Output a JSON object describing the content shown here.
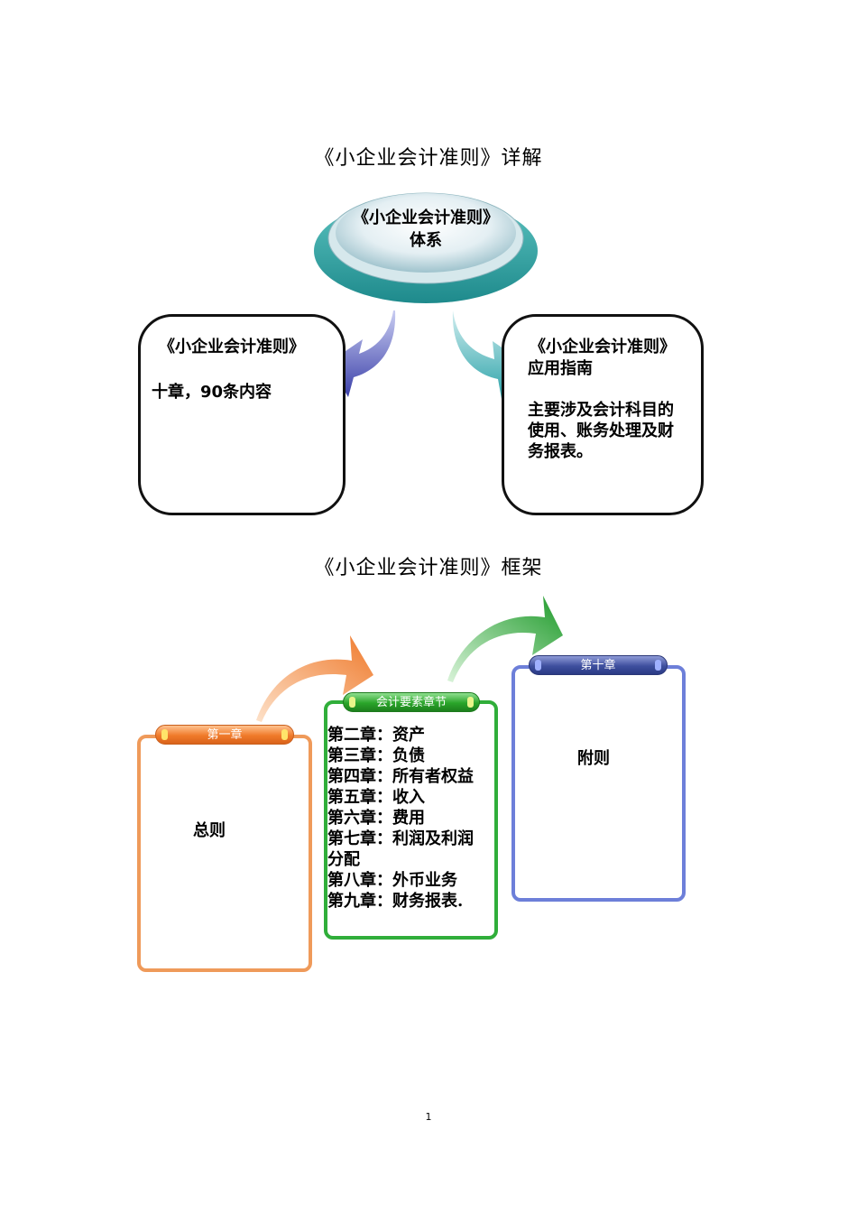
{
  "title1": "《小企业会计准则》详解",
  "hub": {
    "line1": "《小企业会计准则》",
    "line2": "体系"
  },
  "left_box": {
    "title": "《小企业会计准则》",
    "content": "十章，90条内容"
  },
  "right_box": {
    "line1": "《小企业会计准则》",
    "line2": "应用指南",
    "line3": "主要涉及会计科目的",
    "line4": "使用、账务处理及财",
    "line5": "务报表。"
  },
  "title2": "《小企业会计准则》框架",
  "frame1": {
    "tag": "第一章",
    "label": "总则"
  },
  "frame2": {
    "tag": "会计要素章节",
    "chapters": [
      "第二章：资产",
      "第三章：负债",
      "第四章：所有者权益",
      "第五章：收入",
      "第六章：费用",
      "第七章：利润及利润",
      "分配",
      "第八章：外币业务",
      "第九章：财务报表."
    ]
  },
  "frame3": {
    "tag": "第十章",
    "label": "附则"
  },
  "page_number": "1",
  "colors": {
    "orange": "#ef9a5a",
    "green": "#30ae3a",
    "blue": "#6d7fd9",
    "hub_teal": "#3aa7a8"
  }
}
